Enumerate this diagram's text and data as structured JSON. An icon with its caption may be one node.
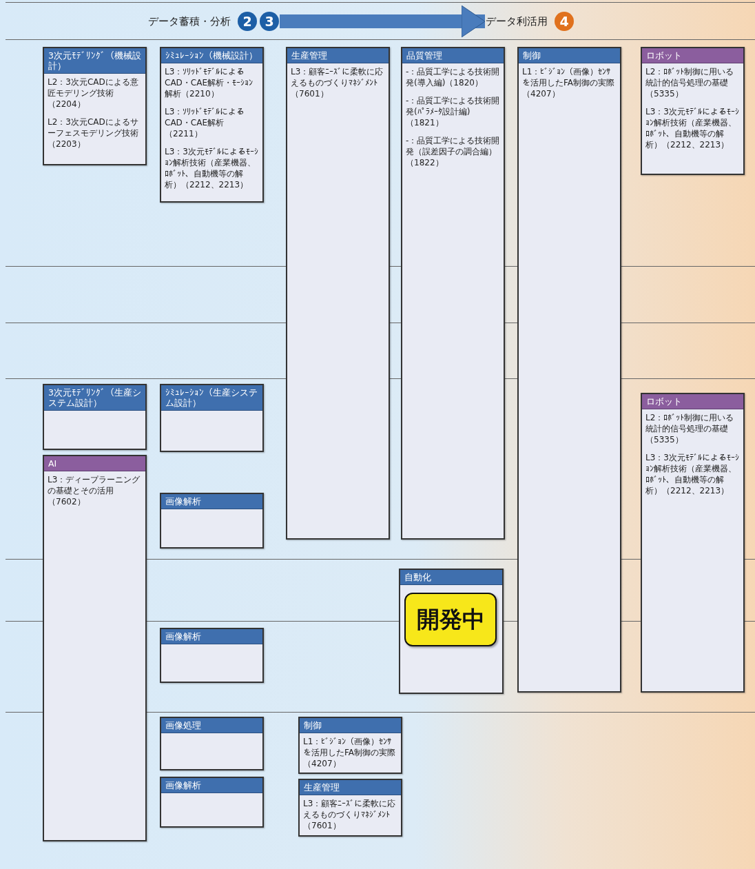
{
  "diagram": {
    "nodes": [
      {
        "text": [
          "データ蓄積・分析",
          "2",
          "3"
        ]
      },
      {
        "text": [
          "データ利活用",
          "4"
        ]
      },
      {
        "text": [
          "3次元ﾓﾃﾞﾘﾝｸﾞ（機械設計）",
          "L2：3次元CADによる意匠モデリング技術（2204）",
          "L2：3次元CADによるサーフェスモデリング技術（2203）"
        ]
      },
      {
        "text": [
          "ｼﾐｭﾚｰｼｮﾝ（機械設計）",
          "L3：ｿﾘｯﾄﾞﾓﾃﾞﾙによるCAD・CAE解析・ﾓｰｼｮﾝ解析（2210）",
          "L3：ｿﾘｯﾄﾞﾓﾃﾞﾙによるCAD・CAE解析（2211）",
          "L3：3次元ﾓﾃﾞﾙによるﾓｰｼｮﾝ解析技術（産業機器、ﾛﾎﾞｯﾄ、自動機等の解析）（2212、2213）"
        ]
      },
      {
        "text": [
          "生産管理",
          "L3：顧客ﾆｰｽﾞに柔軟に応えるものづくりﾏﾈｼﾞﾒﾝﾄ（7601）"
        ]
      },
      {
        "text": [
          "品質管理",
          "-：品質工学による技術開発(導入編)（1820）",
          "-：品質工学による技術開発(ﾊﾟﾗﾒｰﾀ設計編)（1821）",
          "-：品質工学による技術開発（誤差因子の調合編）（1822）"
        ]
      },
      {
        "text": [
          "制御",
          "L1：ﾋﾞｼﾞｮﾝ（画像）ｾﾝｻを活用したFA制御の実際（4207）"
        ]
      },
      {
        "text": [
          "ロボット",
          "L2：ﾛﾎﾞｯﾄ制御に用いる統計的信号処理の基礎（5335）",
          "L3：3次元ﾓﾃﾞﾙによるﾓｰｼｮﾝ解析技術（産業機器、ﾛﾎﾞｯﾄ、自動機等の解析）（2212、2213）"
        ]
      },
      {
        "text": [
          "3次元ﾓﾃﾞﾘﾝｸﾞ（生産システム設計）"
        ]
      },
      {
        "text": [
          "ｼﾐｭﾚｰｼｮﾝ（生産システム設計）"
        ]
      },
      {
        "text": [
          "ロボット",
          "L2：ﾛﾎﾞｯﾄ制御に用いる統計的信号処理の基礎（5335）",
          "L3：3次元ﾓﾃﾞﾙによるﾓｰｼｮﾝ解析技術（産業機器、ﾛﾎﾞｯﾄ、自動機等の解析）（2212、2213）"
        ]
      },
      {
        "text": [
          "AI",
          "L3：ディープラーニングの基礎とその活用（7602）"
        ]
      },
      {
        "text": [
          "画像解析"
        ]
      },
      {
        "text": [
          "自動化"
        ]
      },
      {
        "text": [
          "開発中"
        ],
        "in": 13
      },
      {
        "text": [
          "画像解析"
        ]
      },
      {
        "text": [
          "画像処理"
        ]
      },
      {
        "text": [
          "画像解析"
        ]
      },
      {
        "text": [
          "制御",
          "L1：ﾋﾞｼﾞｮﾝ（画像）ｾﾝｻを活用したFA制御の実際（4207）"
        ]
      },
      {
        "text": [
          "生産管理",
          "L3：顧客ﾆｰｽﾞに柔軟に応えるものづくりﾏﾈｼﾞﾒﾝﾄ（7601）"
        ]
      }
    ],
    "edges": [
      {
        "from": 0,
        "to": 1,
        "arrow": "to"
      }
    ]
  }
}
